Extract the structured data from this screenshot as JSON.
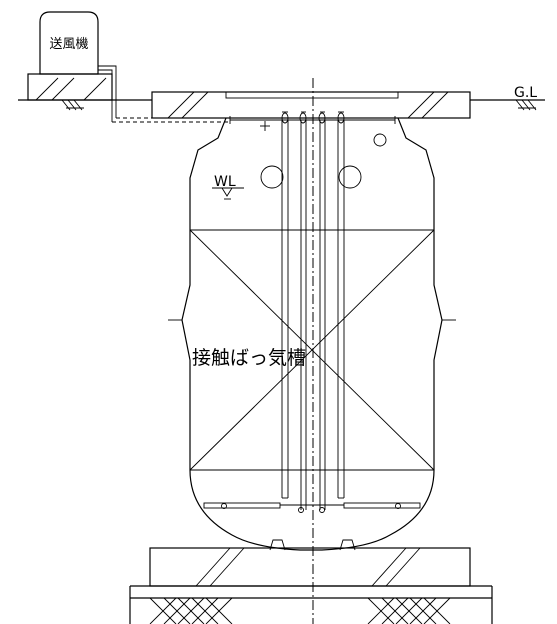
{
  "labels": {
    "blower": "送風機",
    "ground_level": "G.L",
    "water_level": "WL",
    "tank_name": "接触ばっ気槽"
  },
  "colors": {
    "line": "#000000",
    "background": "#ffffff"
  }
}
